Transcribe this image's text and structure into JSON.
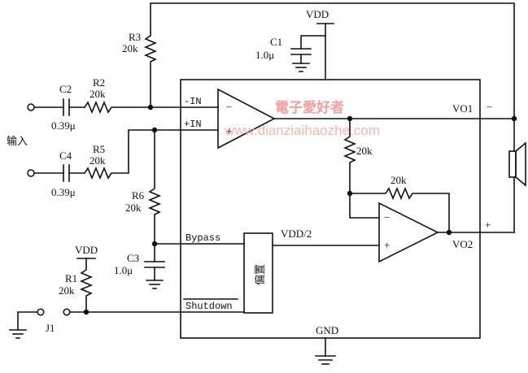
{
  "labels": {
    "vdd_top": "VDD",
    "vdd_left": "VDD",
    "r3": "R3",
    "r3_val": "20k",
    "c1": "C1",
    "c1_val": "1.0μ",
    "c2": "C2",
    "c2_val": "0.39μ",
    "r2": "R2",
    "r2_val": "20k",
    "c4": "C4",
    "c4_val": "0.39μ",
    "r5": "R5",
    "r5_val": "20k",
    "input": "输入",
    "r6": "R6",
    "r6_val": "20k",
    "c3": "C3",
    "c3_val": "1.0μ",
    "r1": "R1",
    "r1_val": "20k",
    "j1": "J1",
    "minus_in": "-IN",
    "plus_in": "+IN",
    "bypass": "Bypass",
    "shutdown": "Shutdown",
    "bias": "偏置",
    "vdd_half": "VDD/2",
    "gnd": "GND",
    "vo1": "VO1",
    "vo2": "VO2",
    "fb_res": "20k",
    "mid_res": "20k",
    "amp1_minus": "−",
    "amp1_plus": "+",
    "amp2_minus": "−",
    "amp2_plus": "+",
    "spk_minus": "−",
    "spk_plus": "+"
  },
  "watermark": {
    "cn": "電子愛好者",
    "url": "www.dianziaihaozhe.com"
  }
}
